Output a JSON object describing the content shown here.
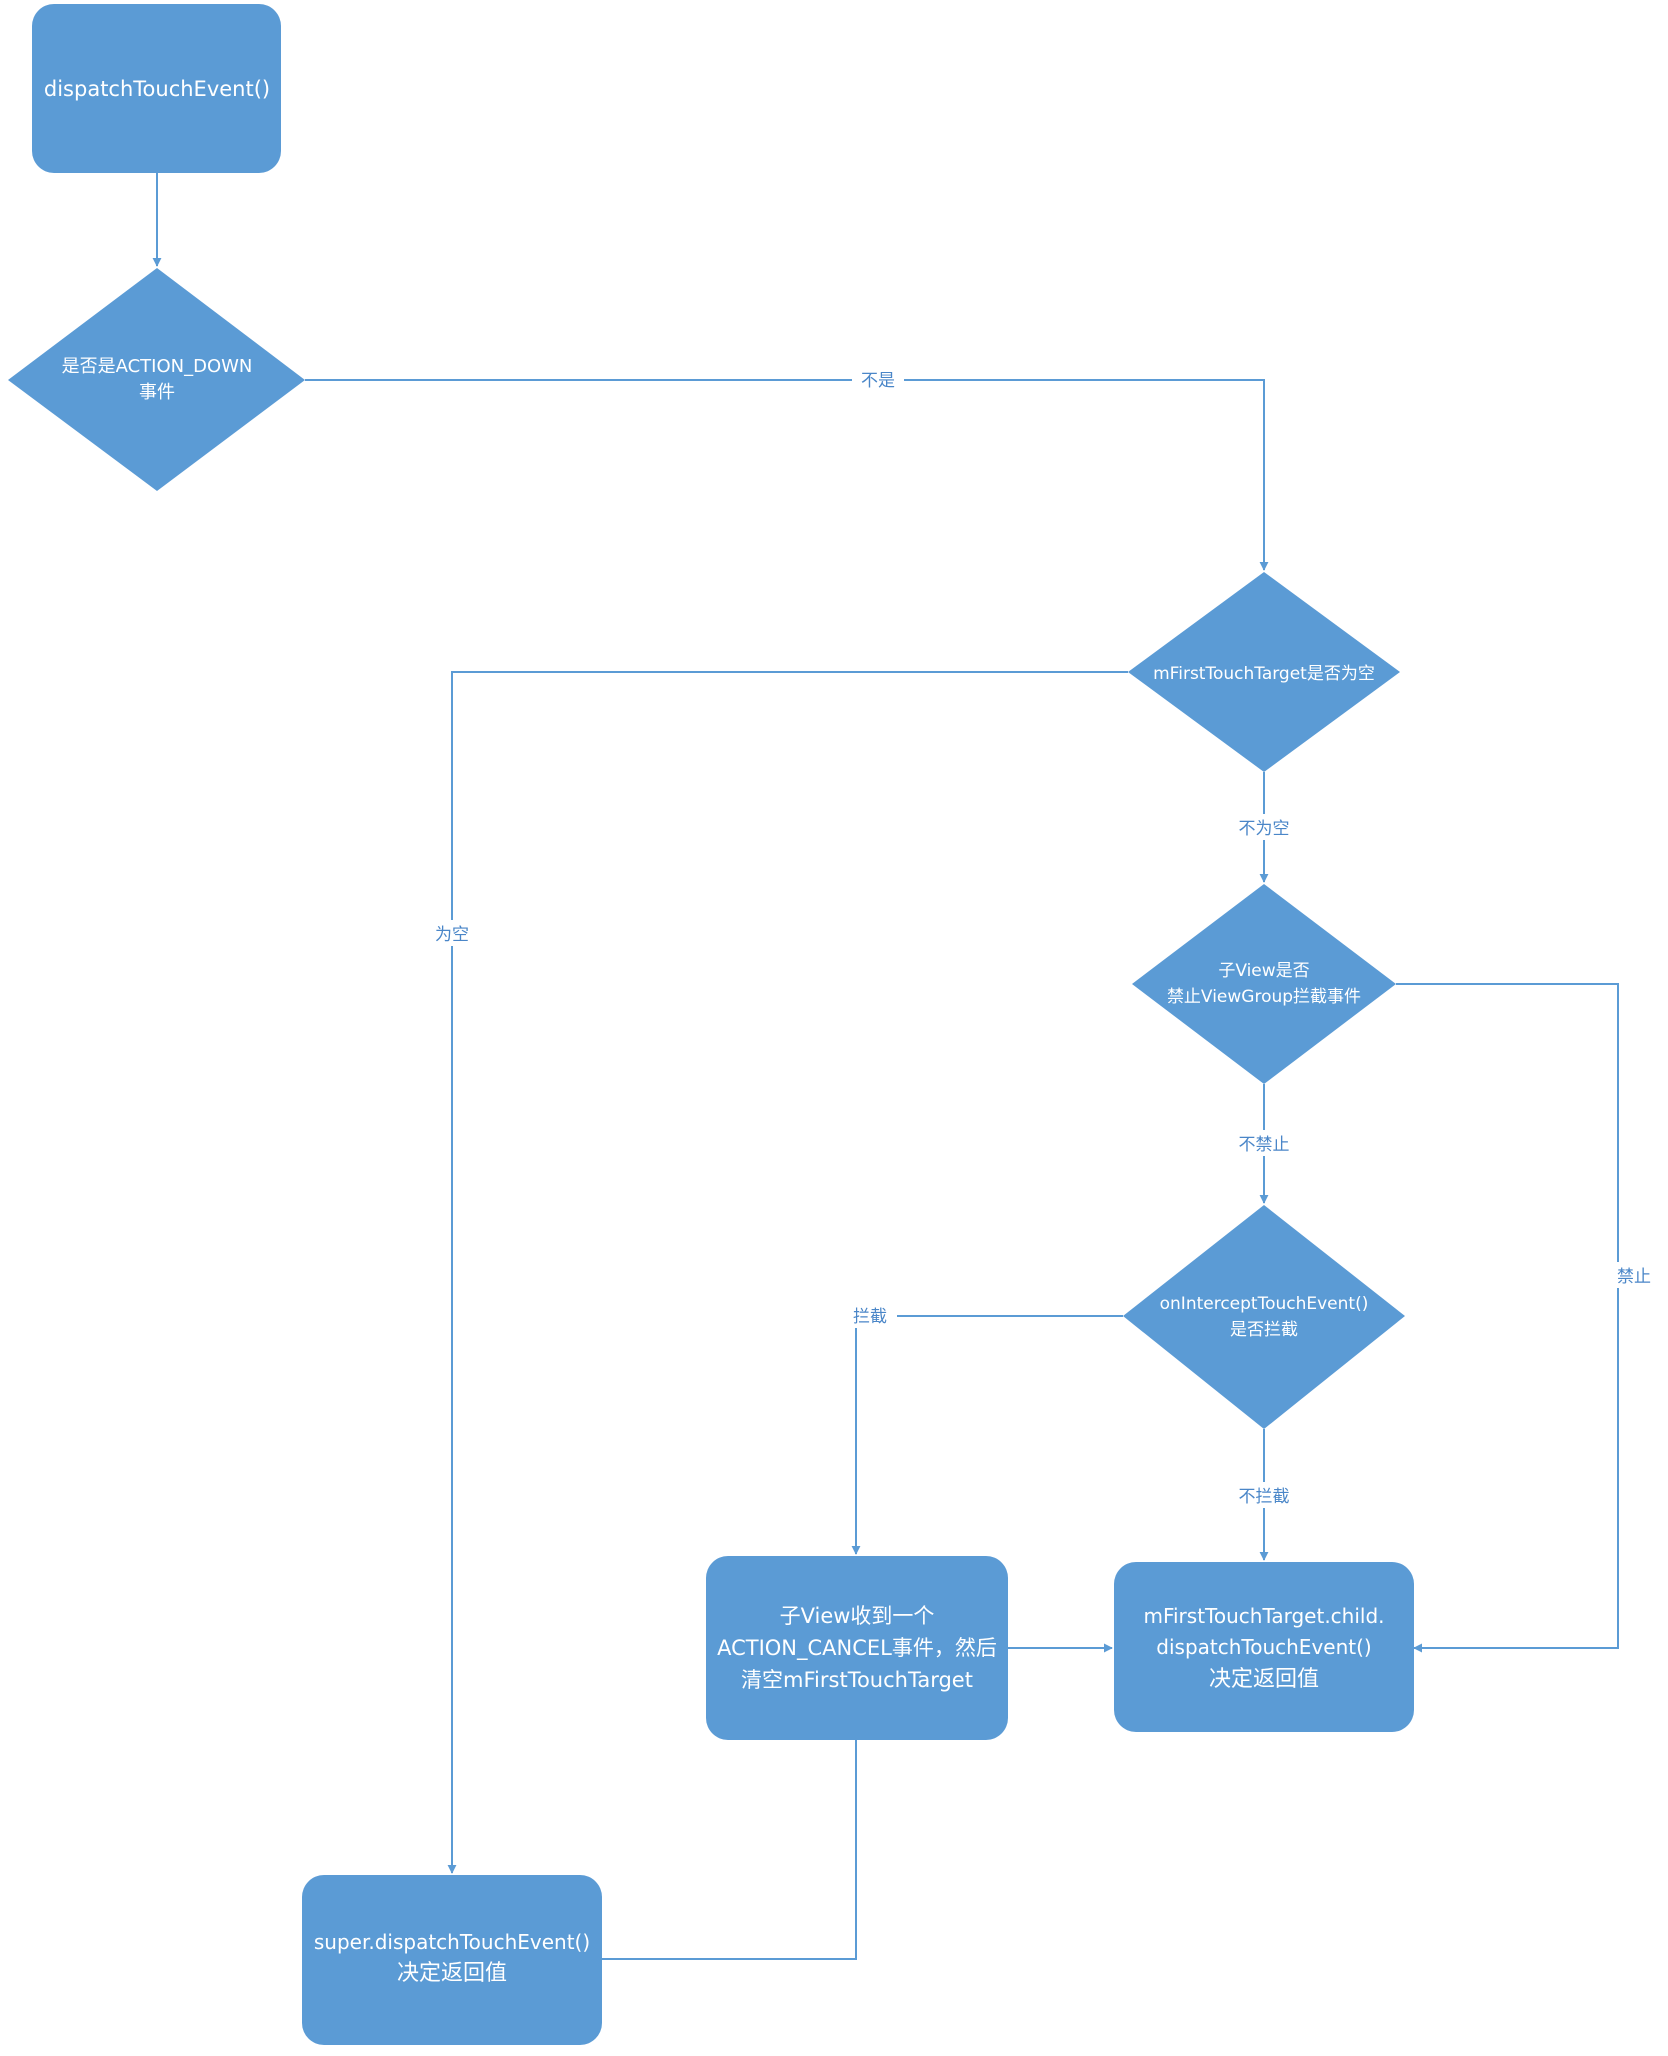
{
  "nodes": {
    "start": {
      "lines": [
        "dispatchTouchEvent()"
      ]
    },
    "is_action_down": {
      "lines": [
        "是否是ACTION_DOWN",
        "事件"
      ]
    },
    "first_target_null": {
      "lines": [
        "mFirstTouchTarget是否为空"
      ]
    },
    "child_disallow": {
      "lines": [
        "子View是否",
        "禁止ViewGroup拦截事件"
      ]
    },
    "on_intercept": {
      "lines": [
        "onInterceptTouchEvent()",
        "是否拦截"
      ]
    },
    "child_cancel": {
      "lines": [
        "子View收到一个",
        "ACTION_CANCEL事件，然后",
        "清空mFirstTouchTarget"
      ]
    },
    "child_dispatch": {
      "lines": [
        "mFirstTouchTarget.child.",
        "dispatchTouchEvent()",
        "决定返回值"
      ]
    },
    "super_dispatch": {
      "lines": [
        "super.dispatchTouchEvent()",
        "决定返回值"
      ]
    }
  },
  "edges": {
    "not_down": "不是",
    "not_null": "不为空",
    "is_null": "为空",
    "not_disallow": "不禁止",
    "disallow": "禁止",
    "intercept": "拦截",
    "not_intercept": "不拦截"
  },
  "colors": {
    "node_fill": "#5b9bd5",
    "edge": "#5b9bd5",
    "label": "#4a86c8",
    "node_text": "#ffffff"
  }
}
